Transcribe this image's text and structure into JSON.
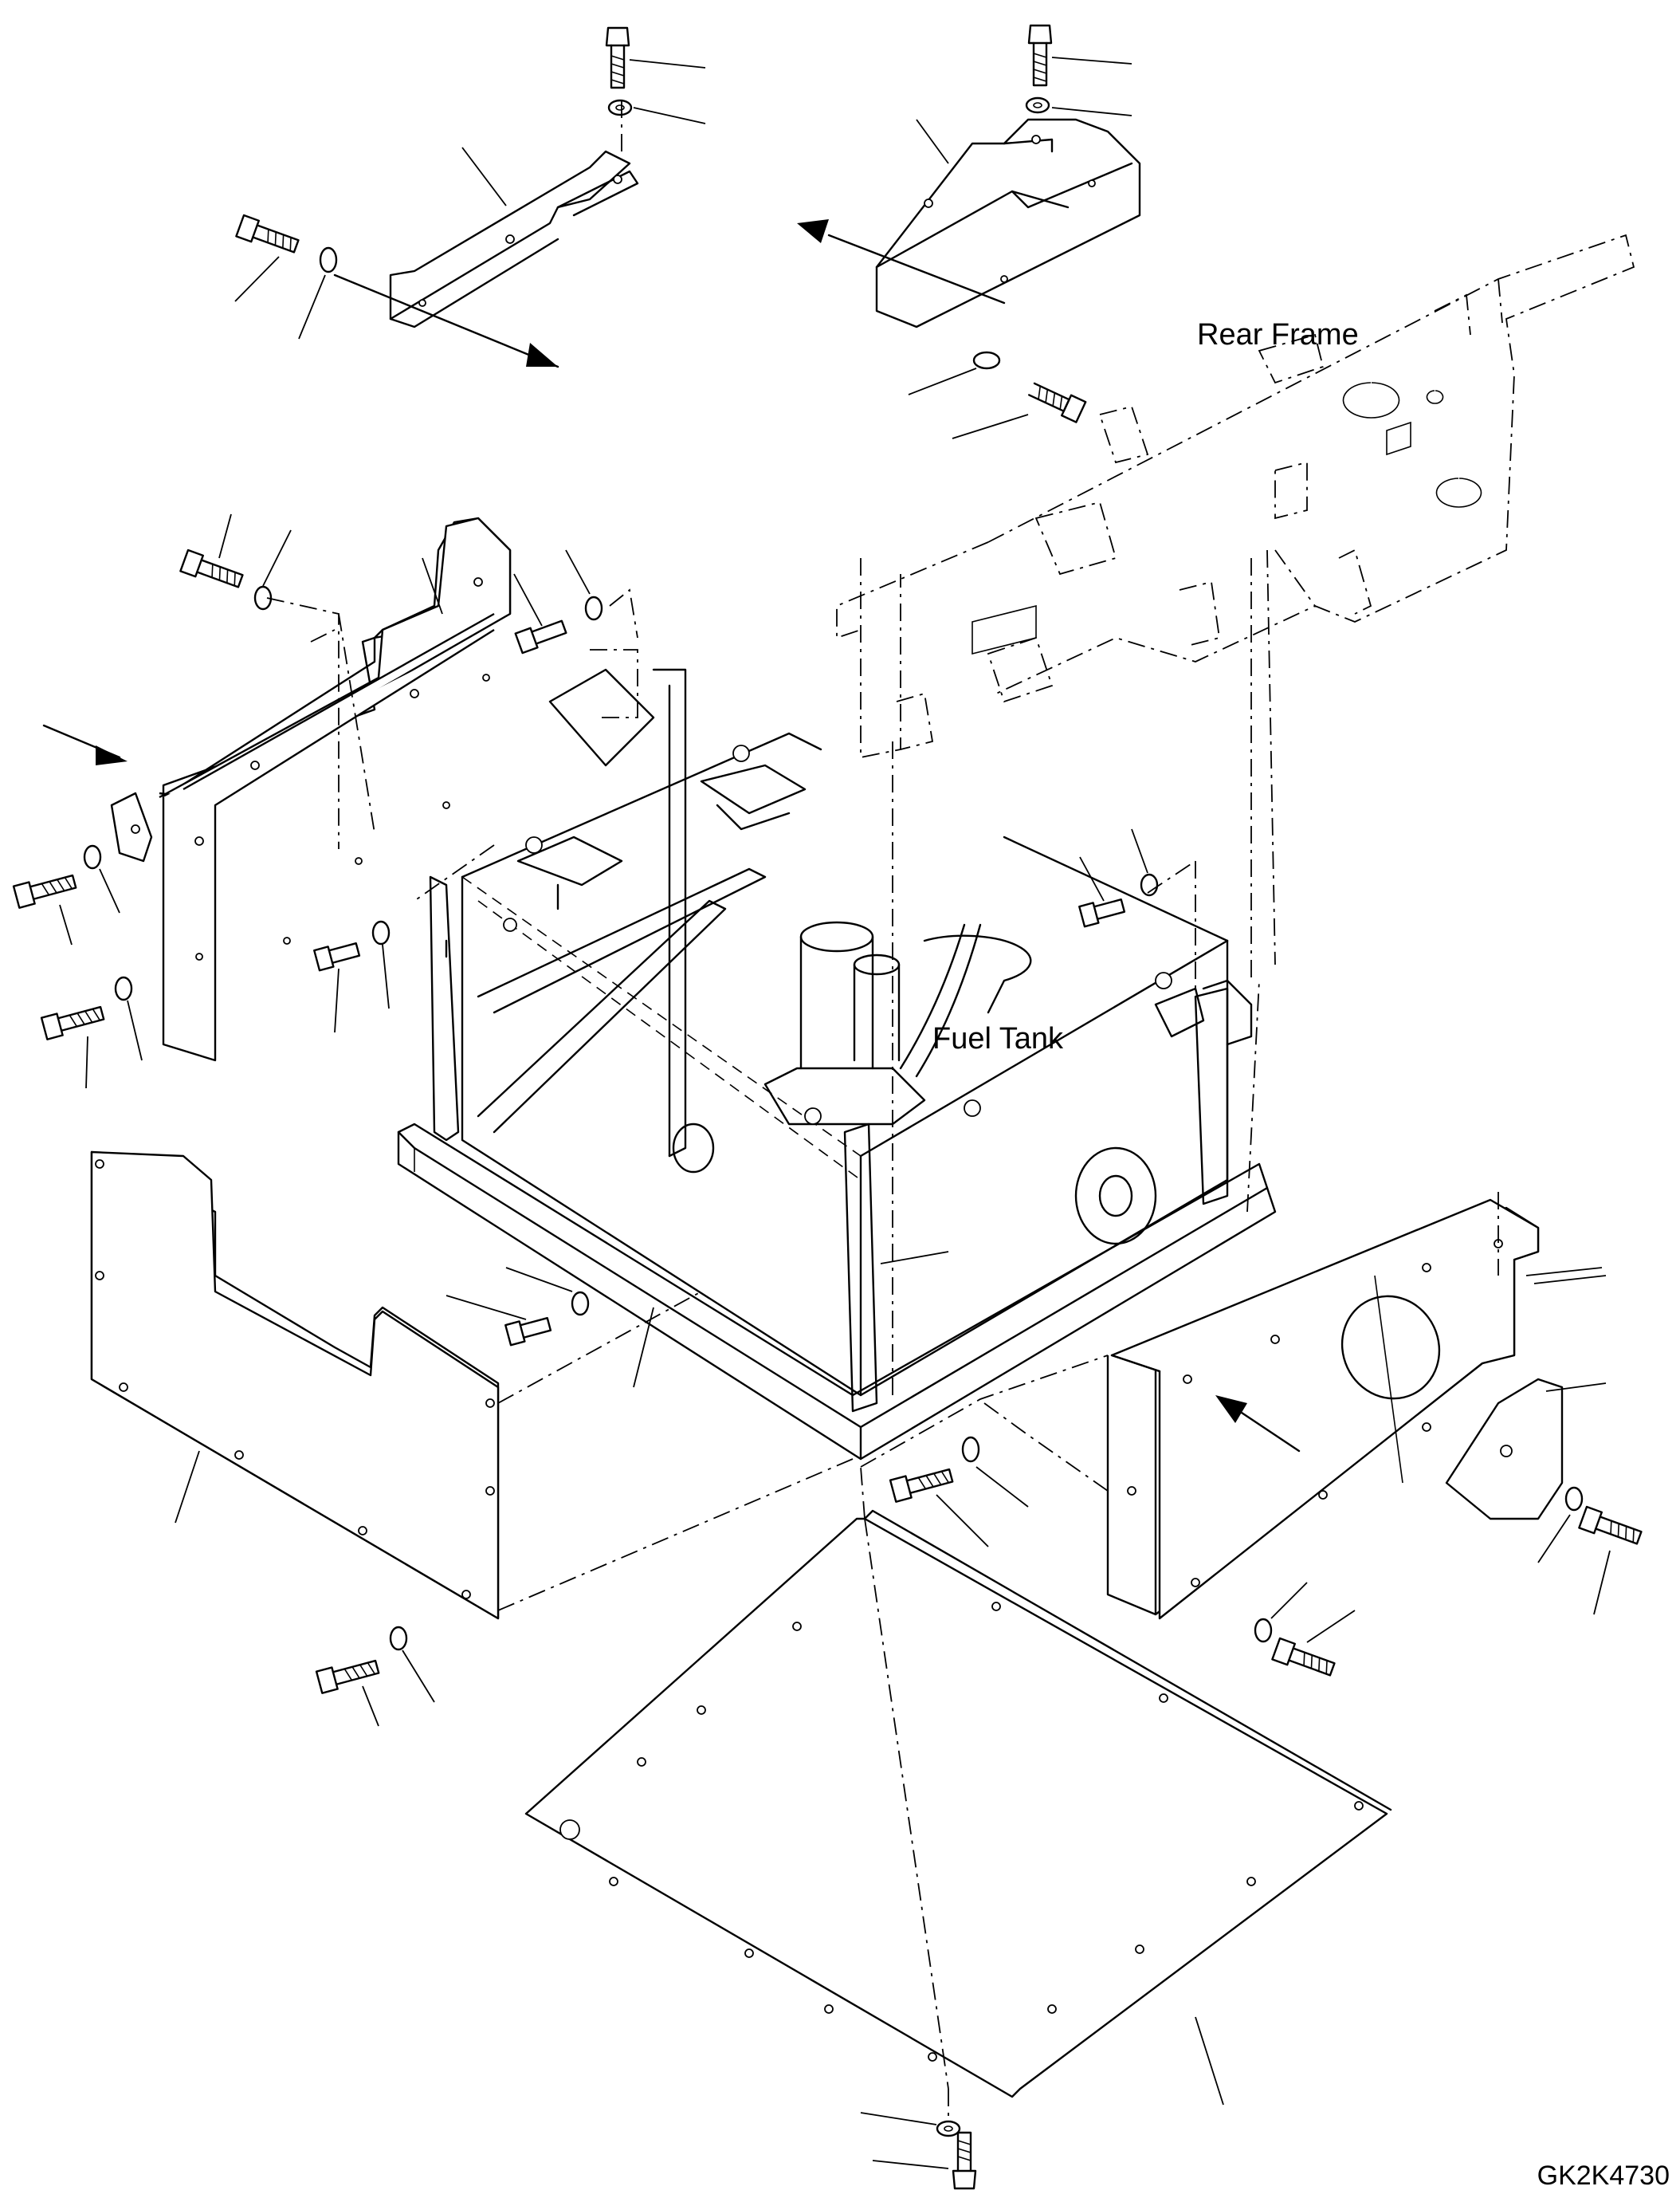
{
  "diagram": {
    "labels": {
      "rear_frame": "Rear Frame",
      "fuel_tank": "Fuel Tank",
      "drawing_code": "GK2K4730"
    }
  }
}
